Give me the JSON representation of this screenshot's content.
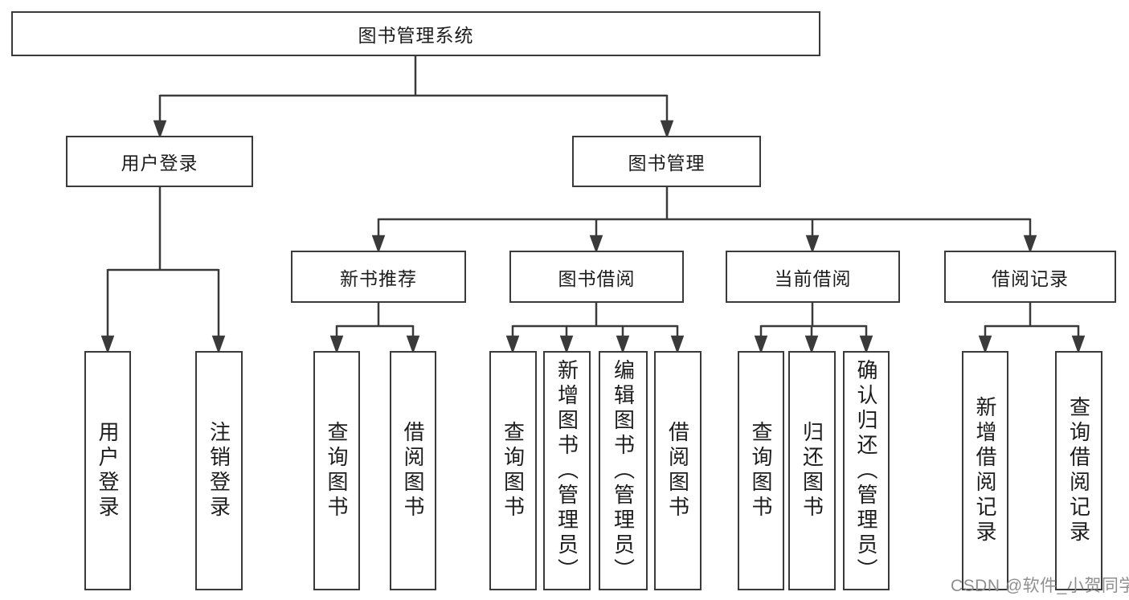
{
  "hierarchy": {
    "root": "图书管理系统",
    "children": [
      {
        "label": "用户登录",
        "children": [
          {
            "label": "用户登录"
          },
          {
            "label": "注销登录"
          }
        ]
      },
      {
        "label": "图书管理",
        "children": [
          {
            "label": "新书推荐",
            "children": [
              {
                "label": "查询图书"
              },
              {
                "label": "借阅图书"
              }
            ]
          },
          {
            "label": "图书借阅",
            "children": [
              {
                "label": "查询图书"
              },
              {
                "label": "新增图书（管理员）"
              },
              {
                "label": "编辑图书（管理员）"
              },
              {
                "label": "借阅图书"
              }
            ]
          },
          {
            "label": "当前借阅",
            "children": [
              {
                "label": "查询图书"
              },
              {
                "label": "归还图书"
              },
              {
                "label": "确认归还（管理员）"
              }
            ]
          },
          {
            "label": "借阅记录",
            "children": [
              {
                "label": "新增借阅记录"
              },
              {
                "label": "查询借阅记录"
              }
            ]
          }
        ]
      }
    ]
  },
  "watermark": {
    "text": "CSDN @软件_小贺同学"
  },
  "colors": {
    "background": "#ffffff",
    "line": "#3a3a3a",
    "box_border": "#3a3a3a",
    "text": "#1d1d1d",
    "watermark": "#8f8f8f"
  }
}
